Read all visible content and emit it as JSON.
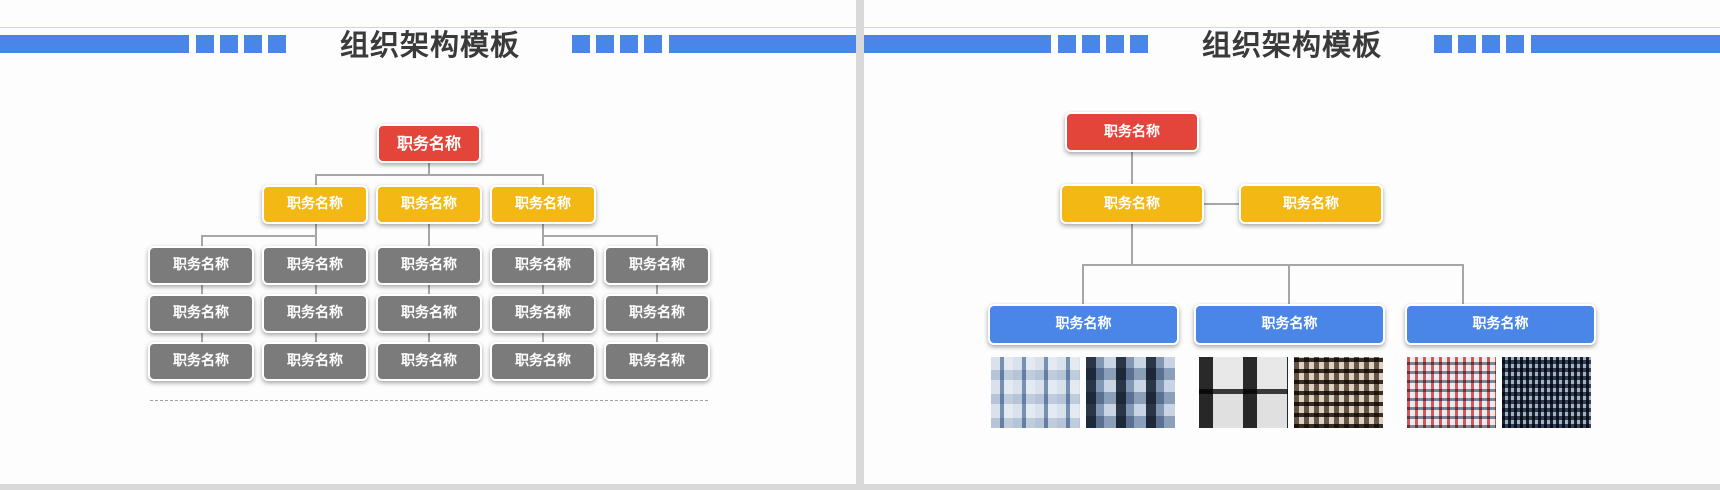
{
  "left_slide": {
    "title": "组织架构模板",
    "top_box": "职务名称",
    "second_row": [
      "职务名称",
      "职务名称",
      "职务名称"
    ],
    "grid_rows": [
      [
        "职务名称",
        "职务名称",
        "职务名称",
        "职务名称",
        "职务名称"
      ],
      [
        "职务名称",
        "职务名称",
        "职务名称",
        "职务名称",
        "职务名称"
      ],
      [
        "职务名称",
        "职务名称",
        "职务名称",
        "职务名称",
        "职务名称"
      ]
    ]
  },
  "right_slide": {
    "title": "组织架构模板",
    "top_box": "职务名称",
    "second_row": [
      "职务名称",
      "职务名称"
    ],
    "third_row": [
      "职务名称",
      "职务名称",
      "职务名称"
    ]
  },
  "colors": {
    "accent_blue": "#4a86e8",
    "red": "#e4453a",
    "yellow": "#f3b814",
    "gray": "#7b7b7b"
  }
}
